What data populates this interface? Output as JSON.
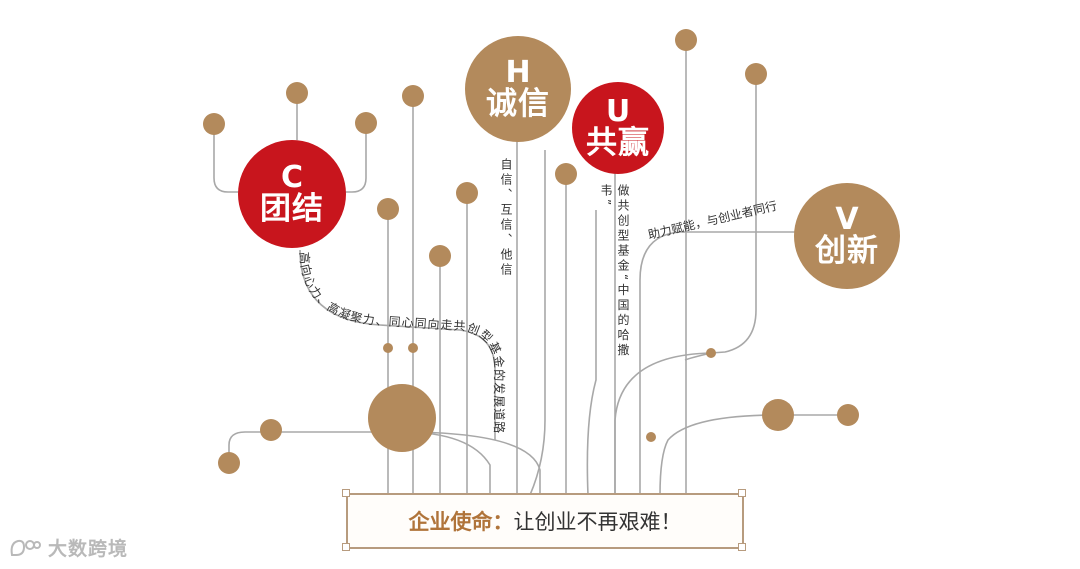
{
  "nodes": {
    "c": {
      "letter": "C",
      "word": "团结"
    },
    "h": {
      "letter": "H",
      "word": "诚信"
    },
    "u": {
      "letter": "U",
      "word": "共赢"
    },
    "v": {
      "letter": "V",
      "word": "创新"
    }
  },
  "captions": {
    "c": "高向心力、高凝聚力、同心同向走共创型基金的发展道路",
    "h": "自信、互信、他信",
    "u": "做共创型基金“中国的哈撒韦”",
    "v": "助力赋能，与创业者同行"
  },
  "mission": {
    "label": "企业使命：",
    "text": "让创业不再艰难！"
  },
  "watermark": "大数跨境",
  "colors": {
    "red": "#c8151d",
    "gold": "#b38a5c",
    "line": "#a8a8a8"
  }
}
